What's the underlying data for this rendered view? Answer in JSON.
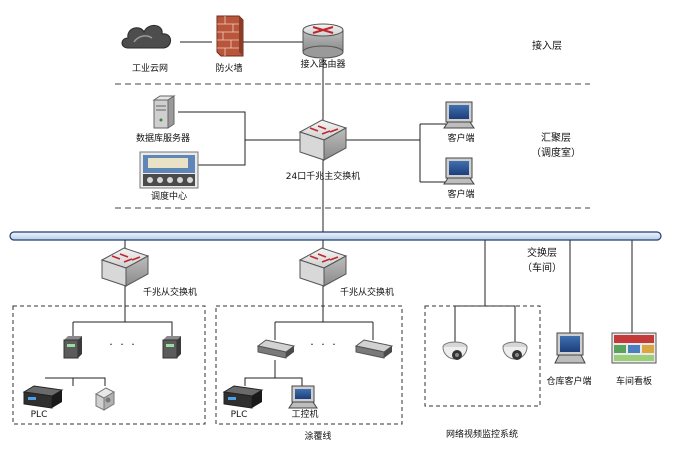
{
  "layers": {
    "access": "接入层",
    "aggregation": "汇聚层",
    "aggregation_sub": "（调度室）",
    "switching": "交换层",
    "switching_sub": "（车间）"
  },
  "devices": {
    "cloud": "工业云网",
    "firewall": "防火墙",
    "router": "接入路由器",
    "db_server": "数据库服务器",
    "dispatch_center": "调度中心",
    "core_switch": "24口千兆主交换机",
    "client_1": "客户端",
    "client_2": "客户端",
    "slave_switch_1": "千兆从交换机",
    "slave_switch_2": "千兆从交换机",
    "plc_1": "PLC",
    "plc_2": "PLC",
    "ipc": "工控机",
    "warehouse_client": "仓库客户端",
    "workshop_board": "车间看板"
  },
  "groups": {
    "coating_line": "涂覆线",
    "video_system": "网络视频监控系统"
  },
  "dots": "·    ·    ·",
  "colors": {
    "line": "#222222",
    "dashed": "#444444",
    "backbone_fill": "#dbe7f5",
    "backbone_stroke": "#1f3f73",
    "router_red": "#c0262e",
    "firewall": "#c8643a",
    "cloud": "#4d4d4d"
  }
}
